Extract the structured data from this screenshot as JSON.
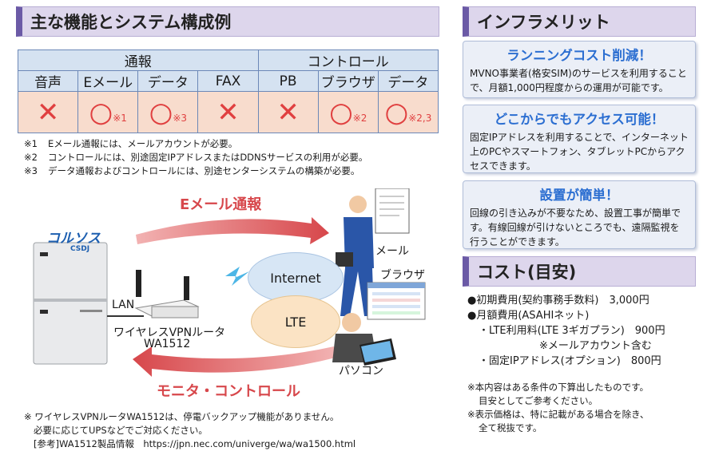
{
  "main_heading": "主な機能とシステム構成例",
  "infra_heading": "インフラメリット",
  "cost_heading": "コスト(目安)",
  "table": {
    "group1": "通報",
    "group2": "コントロール",
    "cols": [
      "音声",
      "Eメール",
      "データ",
      "FAX",
      "PB",
      "ブラウザ",
      "データ"
    ],
    "marks": [
      {
        "mark": "✕",
        "note": ""
      },
      {
        "mark": "○",
        "note": "※1"
      },
      {
        "mark": "○",
        "note": "※3"
      },
      {
        "mark": "✕",
        "note": ""
      },
      {
        "mark": "✕",
        "note": ""
      },
      {
        "mark": "○",
        "note": "※2"
      },
      {
        "mark": "○",
        "note": "※2,3"
      }
    ]
  },
  "notes": [
    {
      "n": "※1",
      "t": "Eメール通報には、メールアカウントが必要。"
    },
    {
      "n": "※2",
      "t": "コントロールには、別途固定IPアドレスまたはDDNSサービスの利用が必要。"
    },
    {
      "n": "※3",
      "t": "データ通報およびコントロールには、別途センターシステムの構築が必要。"
    }
  ],
  "diagram": {
    "email_label": "Eメール通報",
    "monitor_label": "モニタ・コントロール",
    "device_logo": "コルソス",
    "device_sub": "CSDJ",
    "lan": "LAN",
    "router1": "ワイヤレスVPNルータ",
    "router2": "WA1512",
    "internet": "Internet",
    "lte": "LTE",
    "mail": "メール",
    "browser": "ブラウザ",
    "pc": "パソコン"
  },
  "bottom_note": {
    "line1": "※ ワイヤレスVPNルータWA1512は、停電バックアップ機能がありません。",
    "line2": "必要に応じてUPSなどでご対応ください。",
    "line3a": "[参考]WA1512製品情報",
    "line3b": "https://jpn.nec.com/univerge/wa/wa1500.html"
  },
  "cards": [
    {
      "title": "ランニングコスト削減！",
      "body": "MVNO事業者(格安SIM)のサービスを利用することで、月額1,000円程度からの運用が可能です。"
    },
    {
      "title": "どこからでもアクセス可能！",
      "body": "固定IPアドレスを利用することで、インターネット上のPCやスマートフォン、タブレットPCからアクセスできます。"
    },
    {
      "title": "設置が簡単！",
      "body": "回線の引き込みが不要なため、設置工事が簡単です。有線回線が引けないところでも、遠隔監視を行うことができます。"
    }
  ],
  "cost": {
    "initial": "●初期費用(契約事務手数料)　3,000円",
    "monthly": "●月額費用(ASAHIネット)",
    "lte": "・LTE利用料(LTE 3ギガプラン)　900円",
    "lte_note": "※メールアカウント含む",
    "ip": "・固定IPアドレス(オプション)　800円"
  },
  "cost_note": {
    "l1": "※本内容はある条件の下算出したものです。",
    "l2": "目安としてご参考ください。",
    "l3": "※表示価格は、特に記載がある場合を除き、",
    "l4": "全て税抜です。"
  },
  "colors": {
    "accent_red": "#d7474b",
    "link_blue": "#2b6ed1",
    "head_bg": "#ddd6ec"
  }
}
